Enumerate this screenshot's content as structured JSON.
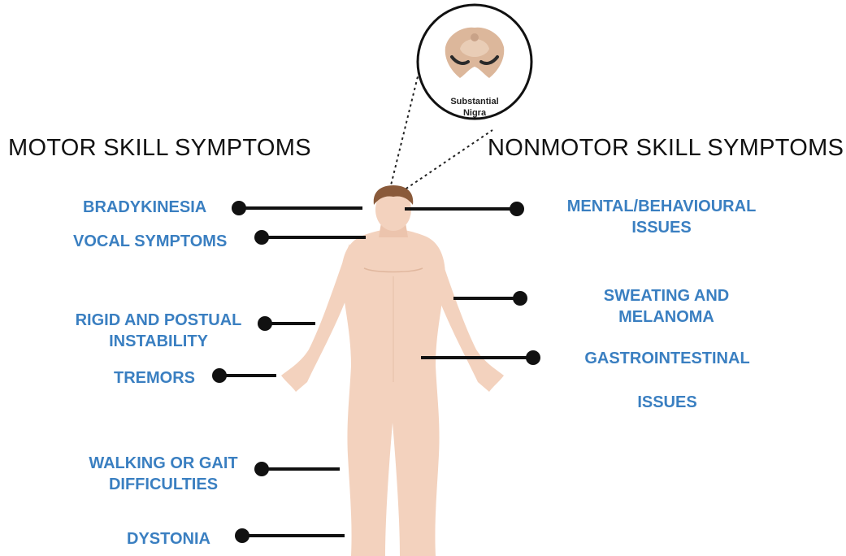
{
  "headings": {
    "motor": "MOTOR SKILL SYMPTOMS",
    "nonmotor": "NONMOTOR SKILL SYMPTOMS"
  },
  "inset": {
    "line1": "Substantial",
    "line2": "Nigra"
  },
  "motor_symptoms": [
    {
      "line1": "BRADYKINESIA"
    },
    {
      "line1": "VOCAL SYMPTOMS"
    },
    {
      "line1": "RIGID AND POSTUAL",
      "line2": "INSTABILITY"
    },
    {
      "line1": "TREMORS"
    },
    {
      "line1": "WALKING OR GAIT",
      "line2": "DIFFICULTIES"
    },
    {
      "line1": "DYSTONIA"
    }
  ],
  "nonmotor_symptoms": [
    {
      "line1": "MENTAL/BEHAVIOURAL",
      "line2": "ISSUES"
    },
    {
      "line1": "SWEATING AND",
      "line2": "MELANOMA"
    },
    {
      "line1": "GASTROINTESTINAL",
      "line2": "ISSUES"
    }
  ],
  "colors": {
    "label": "#3a7fc1",
    "skin": "#f3d2be",
    "connector": "#111111"
  }
}
